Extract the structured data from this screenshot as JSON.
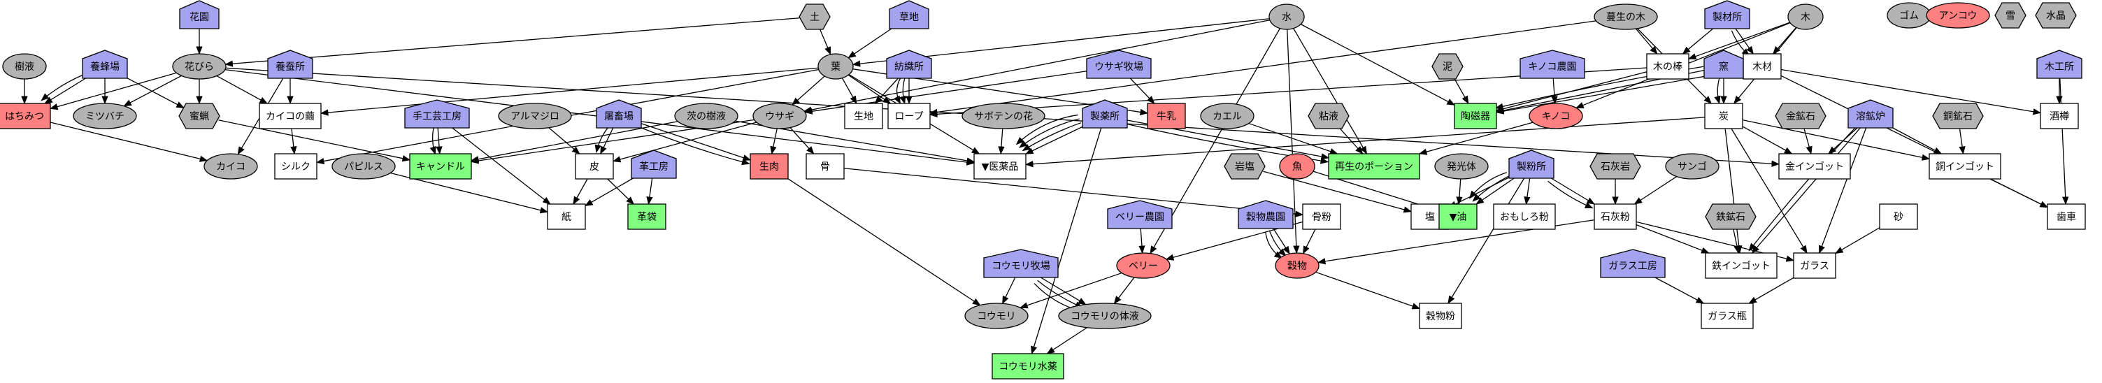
{
  "colors": {
    "gray": "#b3b3b3",
    "white": "#ffffff",
    "green": "#80ff80",
    "red": "#ff8080",
    "blue": "#a3a3f0",
    "stroke": "#000000"
  },
  "nodes": [
    {
      "id": "gomu",
      "label": "ゴム",
      "shape": "ellipse",
      "fill": "gray"
    },
    {
      "id": "ankou",
      "label": "アンコウ",
      "shape": "ellipse",
      "fill": "red"
    },
    {
      "id": "yuki",
      "label": "雪",
      "shape": "hexagon",
      "fill": "gray"
    },
    {
      "id": "suishou",
      "label": "水晶",
      "shape": "hexagon",
      "fill": "gray"
    },
    {
      "id": "kaen",
      "label": "花園",
      "shape": "house",
      "fill": "blue"
    },
    {
      "id": "tsuchi",
      "label": "土",
      "shape": "hexagon",
      "fill": "gray"
    },
    {
      "id": "souchi",
      "label": "草地",
      "shape": "house",
      "fill": "blue"
    },
    {
      "id": "mizu",
      "label": "水",
      "shape": "ellipse",
      "fill": "gray"
    },
    {
      "id": "banseinoki",
      "label": "蔓生の木",
      "shape": "ellipse",
      "fill": "gray"
    },
    {
      "id": "seizaisho",
      "label": "製材所",
      "shape": "house",
      "fill": "blue"
    },
    {
      "id": "ki",
      "label": "木",
      "shape": "ellipse",
      "fill": "gray"
    },
    {
      "id": "jueki",
      "label": "樹液",
      "shape": "ellipse",
      "fill": "gray"
    },
    {
      "id": "youhoujou",
      "label": "養蜂場",
      "shape": "house",
      "fill": "blue"
    },
    {
      "id": "hanabira",
      "label": "花びら",
      "shape": "ellipse",
      "fill": "gray"
    },
    {
      "id": "yousanjo",
      "label": "養蚕所",
      "shape": "house",
      "fill": "blue"
    },
    {
      "id": "ha",
      "label": "葉",
      "shape": "ellipse",
      "fill": "gray"
    },
    {
      "id": "bousekijo",
      "label": "紡織所",
      "shape": "house",
      "fill": "blue"
    },
    {
      "id": "usagibokujou",
      "label": "ウサギ牧場",
      "shape": "house",
      "fill": "blue"
    },
    {
      "id": "doro",
      "label": "泥",
      "shape": "hexagon",
      "fill": "gray"
    },
    {
      "id": "kinokonouen",
      "label": "キノコ農園",
      "shape": "house",
      "fill": "blue"
    },
    {
      "id": "kinobou",
      "label": "木の棒",
      "shape": "box",
      "fill": "white"
    },
    {
      "id": "mokuzai",
      "label": "木材",
      "shape": "box",
      "fill": "white"
    },
    {
      "id": "kama",
      "label": "窯",
      "shape": "house",
      "fill": "blue"
    },
    {
      "id": "mokkoujo",
      "label": "木工所",
      "shape": "house",
      "fill": "blue"
    },
    {
      "id": "hachimitsu",
      "label": "はちみつ",
      "shape": "box",
      "fill": "red"
    },
    {
      "id": "mitsubachi",
      "label": "ミツバチ",
      "shape": "ellipse",
      "fill": "gray"
    },
    {
      "id": "mitsurou",
      "label": "蜜蝋",
      "shape": "hexagon",
      "fill": "gray"
    },
    {
      "id": "kaikonomayu",
      "label": "カイコの繭",
      "shape": "box",
      "fill": "white"
    },
    {
      "id": "arumajiro",
      "label": "アルマジロ",
      "shape": "ellipse",
      "fill": "gray"
    },
    {
      "id": "tosatsujou",
      "label": "屠畜場",
      "shape": "house",
      "fill": "blue"
    },
    {
      "id": "ibaranojueki",
      "label": "茨の樹液",
      "shape": "ellipse",
      "fill": "gray"
    },
    {
      "id": "usagi",
      "label": "ウサギ",
      "shape": "ellipse",
      "fill": "gray"
    },
    {
      "id": "kiji",
      "label": "生地",
      "shape": "box",
      "fill": "white"
    },
    {
      "id": "roopu",
      "label": "ロープ",
      "shape": "box",
      "fill": "white"
    },
    {
      "id": "saboten",
      "label": "サボテンの花",
      "shape": "ellipse",
      "fill": "gray"
    },
    {
      "id": "seiyakujo",
      "label": "製薬所",
      "shape": "house",
      "fill": "blue"
    },
    {
      "id": "gyuunyuu",
      "label": "牛乳",
      "shape": "box",
      "fill": "red"
    },
    {
      "id": "kaeru",
      "label": "カエル",
      "shape": "ellipse",
      "fill": "gray"
    },
    {
      "id": "nenneki",
      "label": "粘液",
      "shape": "hexagon",
      "fill": "gray"
    },
    {
      "id": "toujiki",
      "label": "陶磁器",
      "shape": "box",
      "fill": "green"
    },
    {
      "id": "kinoko",
      "label": "キノコ",
      "shape": "ellipse",
      "fill": "red"
    },
    {
      "id": "sumi",
      "label": "炭",
      "shape": "box",
      "fill": "white"
    },
    {
      "id": "kinkouseki",
      "label": "金鉱石",
      "shape": "hexagon",
      "fill": "gray"
    },
    {
      "id": "youkouro",
      "label": "溶鉱炉",
      "shape": "house",
      "fill": "blue"
    },
    {
      "id": "doukouseki",
      "label": "銅鉱石",
      "shape": "hexagon",
      "fill": "gray"
    },
    {
      "id": "sakadaru",
      "label": "酒樽",
      "shape": "box",
      "fill": "white"
    },
    {
      "id": "kaiko",
      "label": "カイコ",
      "shape": "ellipse",
      "fill": "gray"
    },
    {
      "id": "shiruku",
      "label": "シルク",
      "shape": "box",
      "fill": "white"
    },
    {
      "id": "kougeikoubou",
      "label": "手工芸工房",
      "shape": "house",
      "fill": "blue"
    },
    {
      "id": "kyandoru",
      "label": "キャンドル",
      "shape": "box",
      "fill": "green"
    },
    {
      "id": "papirusu",
      "label": "パピルス",
      "shape": "ellipse",
      "fill": "gray"
    },
    {
      "id": "kawa",
      "label": "皮",
      "shape": "box",
      "fill": "white"
    },
    {
      "id": "kakoubou",
      "label": "革工房",
      "shape": "house",
      "fill": "blue"
    },
    {
      "id": "seiniku",
      "label": "生肉",
      "shape": "box",
      "fill": "red"
    },
    {
      "id": "hone",
      "label": "骨",
      "shape": "box",
      "fill": "white"
    },
    {
      "id": "iyakuhin",
      "label": "▼医薬品",
      "shape": "box",
      "fill": "white"
    },
    {
      "id": "ganen",
      "label": "岩塩",
      "shape": "hexagon",
      "fill": "gray"
    },
    {
      "id": "sakana",
      "label": "魚",
      "shape": "ellipse",
      "fill": "red"
    },
    {
      "id": "potion",
      "label": "再生のポーション",
      "shape": "box",
      "fill": "green"
    },
    {
      "id": "hakkoutai",
      "label": "発光体",
      "shape": "ellipse",
      "fill": "gray"
    },
    {
      "id": "seifunjo",
      "label": "製粉所",
      "shape": "house",
      "fill": "blue"
    },
    {
      "id": "sekkaigan",
      "label": "石灰岩",
      "shape": "hexagon",
      "fill": "gray"
    },
    {
      "id": "sango",
      "label": "サンゴ",
      "shape": "ellipse",
      "fill": "gray"
    },
    {
      "id": "kiningotto",
      "label": "金インゴット",
      "shape": "box",
      "fill": "white"
    },
    {
      "id": "douingotto",
      "label": "銅インゴット",
      "shape": "box",
      "fill": "white"
    },
    {
      "id": "kami",
      "label": "紙",
      "shape": "box",
      "fill": "white"
    },
    {
      "id": "kagukuro",
      "label": "革袋",
      "shape": "box",
      "fill": "green"
    },
    {
      "id": "kotsufun",
      "label": "骨粉",
      "shape": "box",
      "fill": "white"
    },
    {
      "id": "shio",
      "label": "塩",
      "shape": "box",
      "fill": "white"
    },
    {
      "id": "abura",
      "label": "▼油",
      "shape": "box",
      "fill": "green"
    },
    {
      "id": "oshiroi",
      "label": "おもしろ粉",
      "shape": "box",
      "fill": "white"
    },
    {
      "id": "sekkaifun",
      "label": "石灰粉",
      "shape": "box",
      "fill": "white"
    },
    {
      "id": "tekkouseki",
      "label": "鉄鉱石",
      "shape": "hexagon",
      "fill": "gray"
    },
    {
      "id": "suna",
      "label": "砂",
      "shape": "box",
      "fill": "white"
    },
    {
      "id": "shasha",
      "label": "歯車",
      "shape": "box",
      "fill": "white"
    },
    {
      "id": "berinouen",
      "label": "ベリー農園",
      "shape": "house",
      "fill": "blue"
    },
    {
      "id": "kokumotsunouen",
      "label": "穀物農園",
      "shape": "house",
      "fill": "blue"
    },
    {
      "id": "beri",
      "label": "ベリー",
      "shape": "ellipse",
      "fill": "red"
    },
    {
      "id": "kokumotsu",
      "label": "穀物",
      "shape": "ellipse",
      "fill": "red"
    },
    {
      "id": "tetsuingotto",
      "label": "鉄インゴット",
      "shape": "box",
      "fill": "white"
    },
    {
      "id": "garasu",
      "label": "ガラス",
      "shape": "box",
      "fill": "white"
    },
    {
      "id": "garasukoubou",
      "label": "ガラス工房",
      "shape": "house",
      "fill": "blue"
    },
    {
      "id": "koumoribokujou",
      "label": "コウモリ牧場",
      "shape": "house",
      "fill": "blue"
    },
    {
      "id": "kokumotsufun",
      "label": "穀物粉",
      "shape": "box",
      "fill": "white"
    },
    {
      "id": "koumori",
      "label": "コウモリ",
      "shape": "ellipse",
      "fill": "gray"
    },
    {
      "id": "koumoritaieki",
      "label": "コウモリの体液",
      "shape": "ellipse",
      "fill": "gray"
    },
    {
      "id": "garasubin",
      "label": "ガラス瓶",
      "shape": "box",
      "fill": "white"
    },
    {
      "id": "koumorisuiyaku",
      "label": "コウモリ水薬",
      "shape": "box",
      "fill": "green"
    }
  ],
  "edges": [
    [
      "kaen",
      "hanabira"
    ],
    [
      "tsuchi",
      "ha"
    ],
    [
      "tsuchi",
      "hanabira"
    ],
    [
      "souchi",
      "ha"
    ],
    [
      "mizu",
      "ha"
    ],
    [
      "mizu",
      "usagi"
    ],
    [
      "mizu",
      "toujiki"
    ],
    [
      "mizu",
      "potion"
    ],
    [
      "mizu",
      "beri"
    ],
    [
      "mizu",
      "kokumotsu"
    ],
    [
      "banseinoki",
      "kinobou"
    ],
    [
      "banseinoki",
      "sumi"
    ],
    [
      "banseinoki",
      "roopu"
    ],
    [
      "seizaisho",
      "kinobou"
    ],
    [
      "seizaisho",
      "mokuzai"
    ],
    [
      "seizaisho",
      "mokuzai"
    ],
    [
      "ki",
      "kinobou"
    ],
    [
      "ki",
      "mokuzai"
    ],
    [
      "ki",
      "sumi"
    ],
    [
      "ki",
      "kinoko"
    ],
    [
      "jueki",
      "hachimitsu"
    ],
    [
      "youhoujou",
      "hachimitsu"
    ],
    [
      "youhoujou",
      "hachimitsu"
    ],
    [
      "youhoujou",
      "mitsubachi"
    ],
    [
      "youhoujou",
      "mitsurou"
    ],
    [
      "hanabira",
      "hachimitsu"
    ],
    [
      "hanabira",
      "mitsubachi"
    ],
    [
      "hanabira",
      "mitsurou"
    ],
    [
      "hanabira",
      "kaikonomayu"
    ],
    [
      "hanabira",
      "iyakuhin"
    ],
    [
      "hanabira",
      "kiningotto"
    ],
    [
      "yousanjo",
      "kaikonomayu"
    ],
    [
      "yousanjo",
      "kaiko"
    ],
    [
      "ha",
      "kaikonomayu"
    ],
    [
      "ha",
      "usagi"
    ],
    [
      "ha",
      "kiji"
    ],
    [
      "ha",
      "roopu"
    ],
    [
      "ha",
      "iyakuhin"
    ],
    [
      "ha",
      "gyuunyuu"
    ],
    [
      "ha",
      "shiruku"
    ],
    [
      "bousekijo",
      "kiji"
    ],
    [
      "bousekijo",
      "roopu"
    ],
    [
      "bousekijo",
      "roopu"
    ],
    [
      "bousekijo",
      "roopu"
    ],
    [
      "usagibokujou",
      "usagi"
    ],
    [
      "usagibokujou",
      "gyuunyuu"
    ],
    [
      "doro",
      "toujiki"
    ],
    [
      "kinokonouen",
      "kinoko"
    ],
    [
      "kinobou",
      "toujiki"
    ],
    [
      "kinobou",
      "roopu"
    ],
    [
      "mokuzai",
      "toujiki"
    ],
    [
      "mokuzai",
      "sakadaru"
    ],
    [
      "mokuzai",
      "shasha"
    ],
    [
      "kama",
      "toujiki"
    ],
    [
      "kama",
      "toujiki"
    ],
    [
      "kama",
      "sumi"
    ],
    [
      "kama",
      "sumi"
    ],
    [
      "mokkoujo",
      "sakadaru"
    ],
    [
      "mokkoujo",
      "shasha"
    ],
    [
      "hachimitsu",
      "kaiko"
    ],
    [
      "mitsurou",
      "kyandoru"
    ],
    [
      "kaikonomayu",
      "shiruku"
    ],
    [
      "arumajiro",
      "kawa"
    ],
    [
      "tosatsujou",
      "kawa"
    ],
    [
      "tosatsujou",
      "kawa"
    ],
    [
      "tosatsujou",
      "seiniku"
    ],
    [
      "tosatsujou",
      "seiniku"
    ],
    [
      "ibaranojueki",
      "kyandoru"
    ],
    [
      "ibaranojueki",
      "iyakuhin"
    ],
    [
      "usagi",
      "kawa"
    ],
    [
      "usagi",
      "seiniku"
    ],
    [
      "usagi",
      "hone"
    ],
    [
      "usagi",
      "kyandoru"
    ],
    [
      "saboten",
      "iyakuhin"
    ],
    [
      "seiyakujo",
      "iyakuhin"
    ],
    [
      "seiyakujo",
      "iyakuhin"
    ],
    [
      "seiyakujo",
      "iyakuhin"
    ],
    [
      "seiyakujo",
      "iyakuhin"
    ],
    [
      "seiyakujo",
      "potion"
    ],
    [
      "seiyakujo",
      "potion"
    ],
    [
      "seiyakujo",
      "koumorisuiyaku"
    ],
    [
      "kaeru",
      "potion"
    ],
    [
      "nenneki",
      "potion"
    ],
    [
      "kinoko",
      "potion"
    ],
    [
      "sumi",
      "kiningotto"
    ],
    [
      "sumi",
      "douingotto"
    ],
    [
      "sumi",
      "tetsuingotto"
    ],
    [
      "sumi",
      "garasu"
    ],
    [
      "sumi",
      "iyakuhin"
    ],
    [
      "kinkouseki",
      "kiningotto"
    ],
    [
      "youkouro",
      "kiningotto"
    ],
    [
      "youkouro",
      "douingotto"
    ],
    [
      "youkouro",
      "tetsuingotto"
    ],
    [
      "youkouro",
      "tetsuingotto"
    ],
    [
      "youkouro",
      "garasu"
    ],
    [
      "doukouseki",
      "douingotto"
    ],
    [
      "douingotto",
      "shasha"
    ],
    [
      "kougeikoubou",
      "kyandoru"
    ],
    [
      "kougeikoubou",
      "kyandoru"
    ],
    [
      "kougeikoubou",
      "kami"
    ],
    [
      "papirusu",
      "kami"
    ],
    [
      "kawa",
      "kami"
    ],
    [
      "kawa",
      "kagukuro"
    ],
    [
      "kakoubou",
      "kagukuro"
    ],
    [
      "kakoubou",
      "kami"
    ],
    [
      "seiniku",
      "koumori"
    ],
    [
      "hone",
      "kotsufun"
    ],
    [
      "ganen",
      "shio"
    ],
    [
      "sakana",
      "abura"
    ],
    [
      "hakkoutai",
      "abura"
    ],
    [
      "seifunjo",
      "abura"
    ],
    [
      "seifunjo",
      "abura"
    ],
    [
      "seifunjo",
      "abura"
    ],
    [
      "seifunjo",
      "oshiroi"
    ],
    [
      "seifunjo",
      "sekkaifun"
    ],
    [
      "seifunjo",
      "sekkaifun"
    ],
    [
      "seifunjo",
      "kokumotsufun"
    ],
    [
      "seifunjo",
      "shio"
    ],
    [
      "sekkaigan",
      "sekkaifun"
    ],
    [
      "sango",
      "sekkaifun"
    ],
    [
      "sekkaifun",
      "tetsuingotto"
    ],
    [
      "sekkaifun",
      "garasu"
    ],
    [
      "sekkaifun",
      "kokumotsu"
    ],
    [
      "tekkouseki",
      "tetsuingotto"
    ],
    [
      "suna",
      "garasu"
    ],
    [
      "kotsufun",
      "beri"
    ],
    [
      "kotsufun",
      "kokumotsu"
    ],
    [
      "berinouen",
      "beri"
    ],
    [
      "kokumotsunouen",
      "kokumotsu"
    ],
    [
      "kokumotsunouen",
      "kokumotsu"
    ],
    [
      "kokumotsunouen",
      "kokumotsu"
    ],
    [
      "beri",
      "koumori"
    ],
    [
      "beri",
      "koumoritaieki"
    ],
    [
      "kokumotsu",
      "kokumotsufun"
    ],
    [
      "garasu",
      "garasubin"
    ],
    [
      "garasukoubou",
      "garasubin"
    ],
    [
      "koumoribokujou",
      "koumori"
    ],
    [
      "koumoribokujou",
      "koumoritaieki"
    ],
    [
      "koumoribokujou",
      "koumoritaieki"
    ],
    [
      "koumoribokujou",
      "koumoritaieki"
    ],
    [
      "koumoritaieki",
      "koumorisuiyaku"
    ]
  ]
}
